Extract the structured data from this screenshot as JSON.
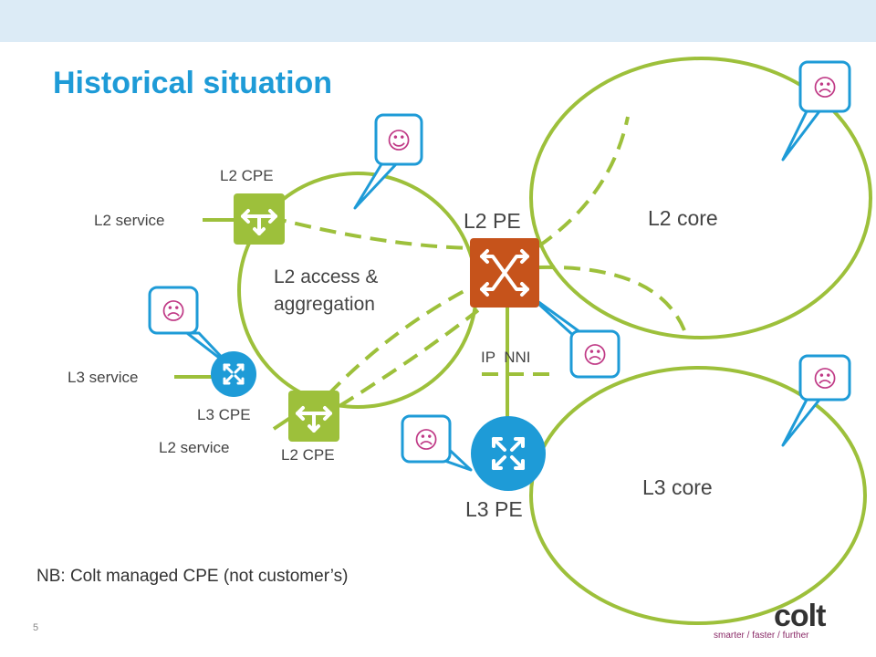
{
  "title": "Historical situation",
  "labels": {
    "l2_cpe_top": "L2 CPE",
    "l2_service_top": "L2 service",
    "l2_pe": "L2 PE",
    "l2_core": "L2 core",
    "l2_access_line1": "L2 access &",
    "l2_access_line2": "aggregation",
    "ip_nni": "IP  NNI",
    "l3_service": "L3 service",
    "l3_cpe": "L3 CPE",
    "l2_service_bottom": "L2 service",
    "l2_cpe_bottom": "L2 CPE",
    "l3_core": "L3 core",
    "l3_pe": "L3 PE"
  },
  "faces": {
    "happy": "☺",
    "sad": "☹"
  },
  "colors": {
    "accent_blue": "#1e9bd7",
    "ring_green": "#9dc03b",
    "pe_orange": "#c6531b",
    "face_pink": "#c03a86"
  },
  "note": "NB: Colt managed CPE (not customer’s)",
  "page_number": "5",
  "logo": {
    "name": "colt",
    "tagline": "smarter / faster / further"
  }
}
